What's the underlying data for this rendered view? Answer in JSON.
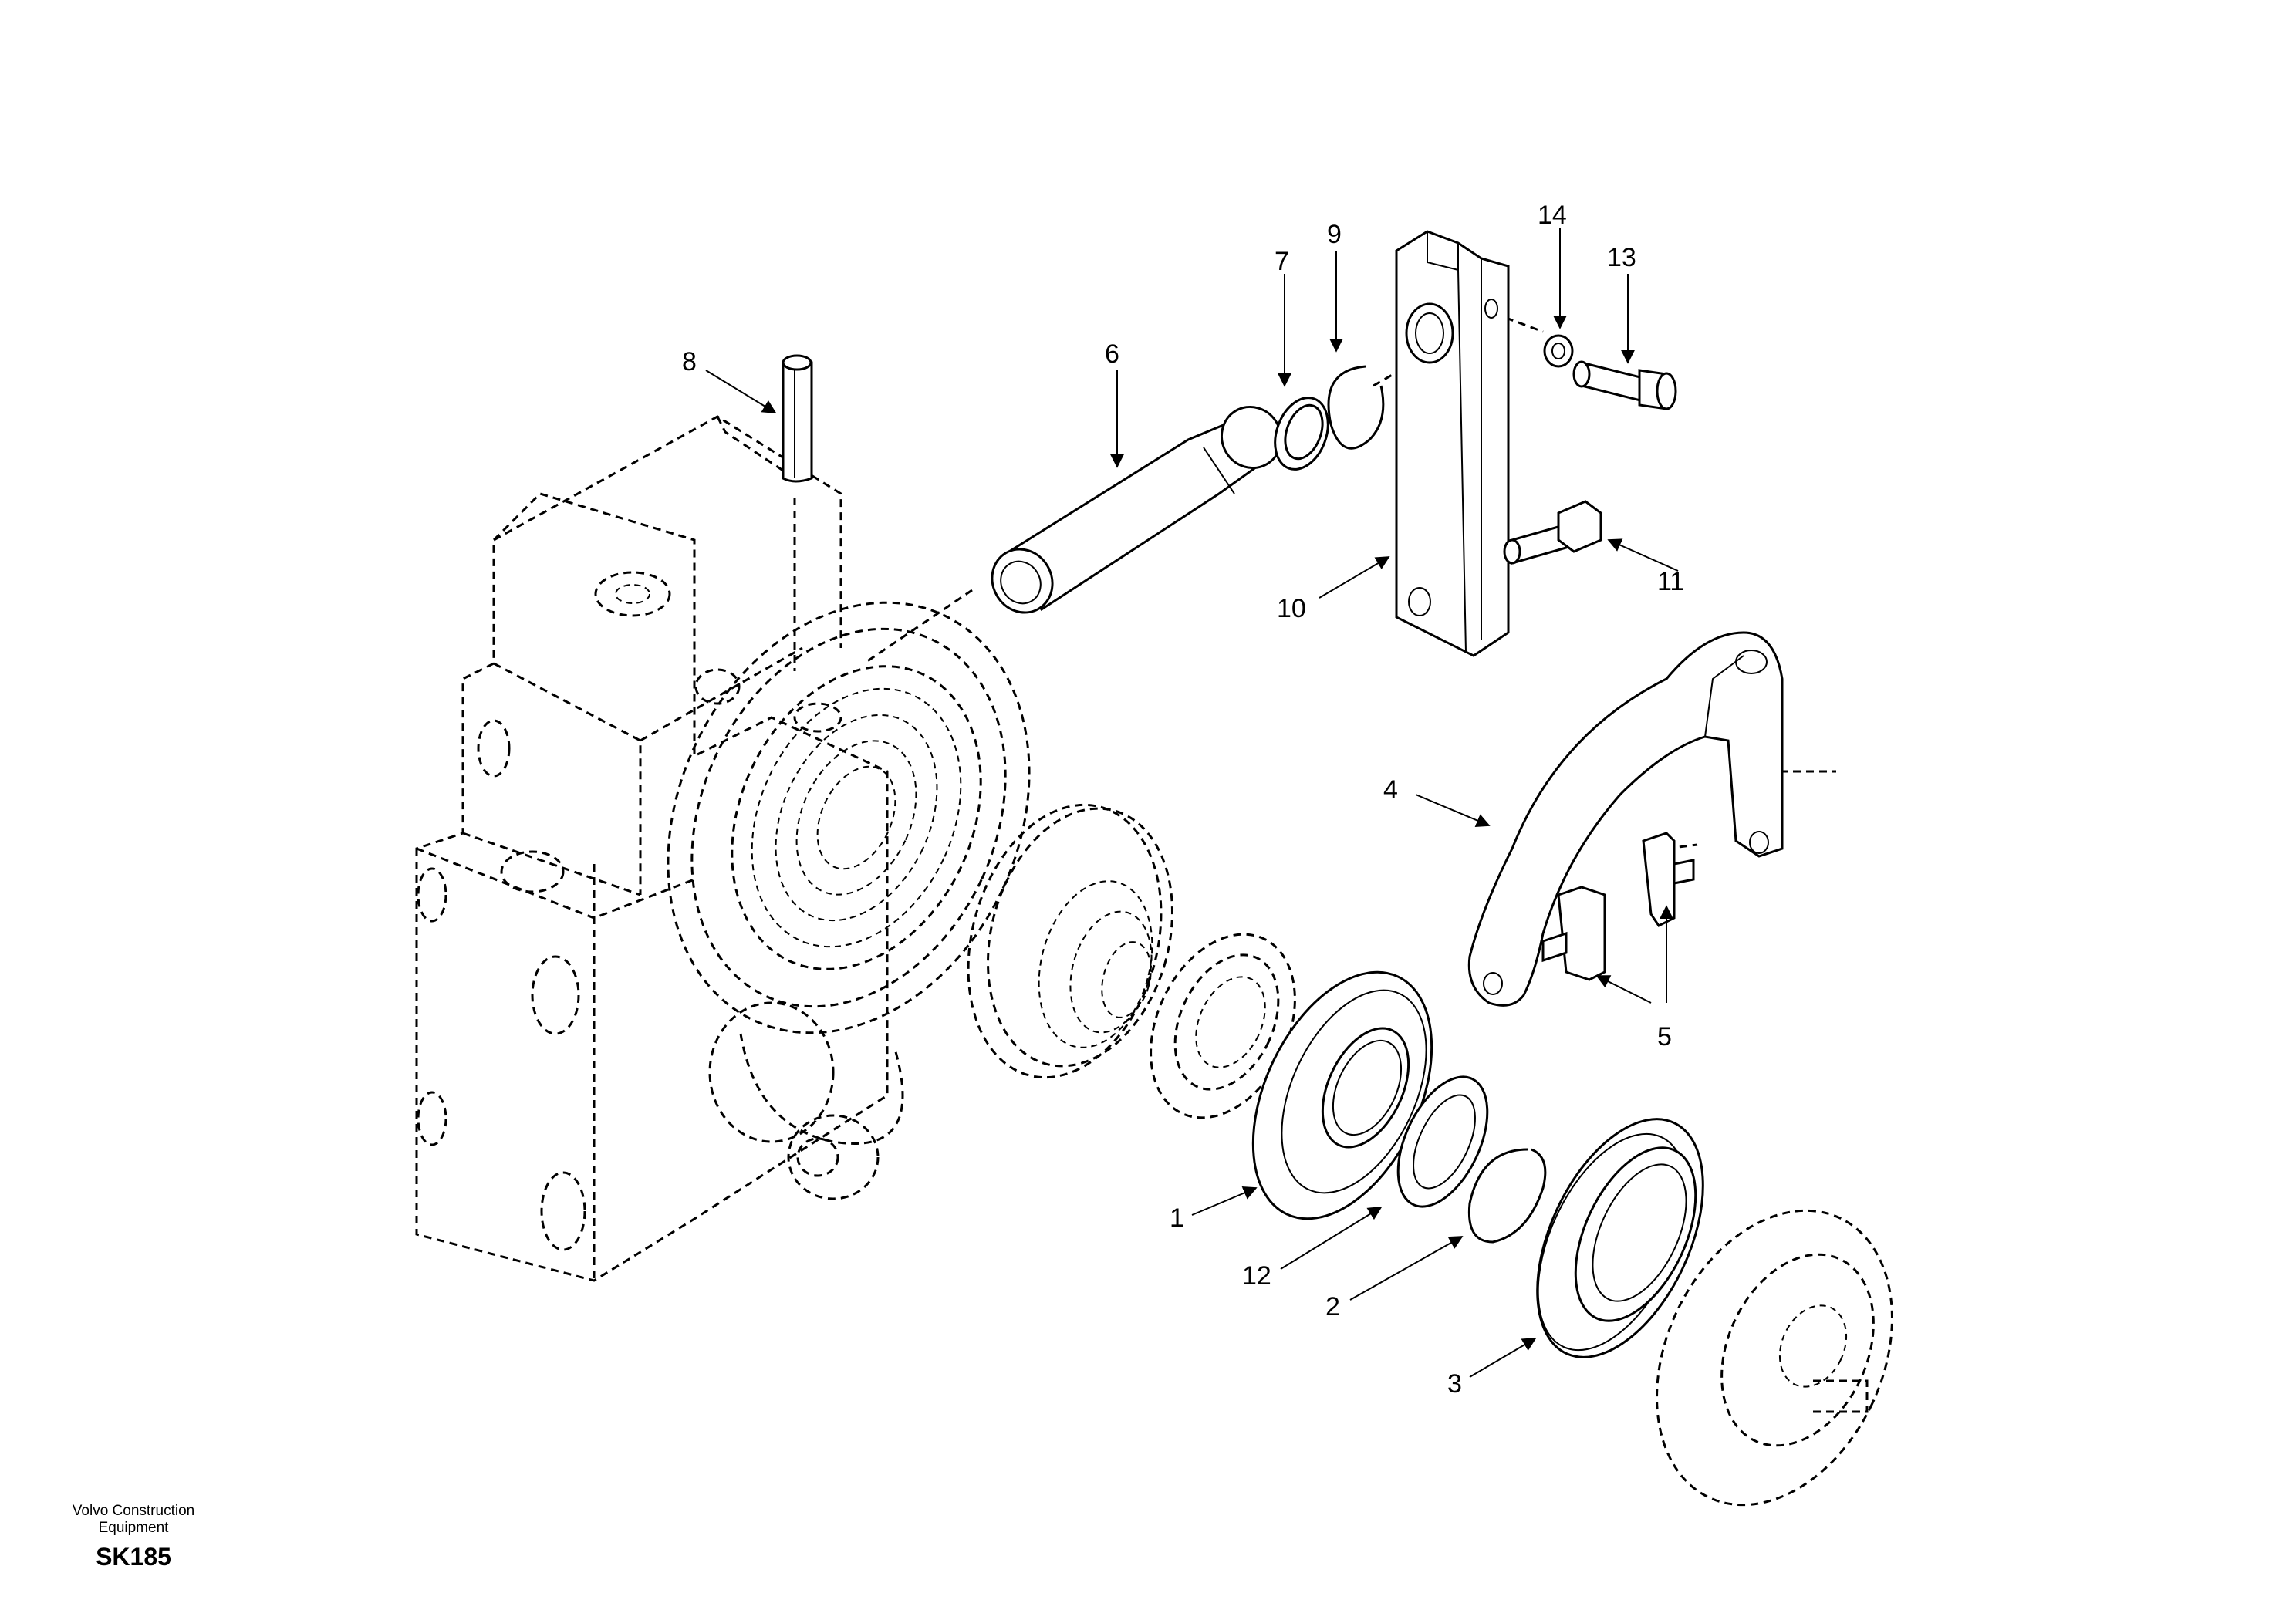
{
  "footer": {
    "company_line1": "Volvo Construction",
    "company_line2": "Equipment",
    "sheet_code": "SK185"
  },
  "callouts": {
    "c1": "1",
    "c2": "2",
    "c3": "3",
    "c4": "4",
    "c5": "5",
    "c6": "6",
    "c7": "7",
    "c8": "8",
    "c9": "9",
    "c10": "10",
    "c11": "11",
    "c12": "12",
    "c13": "13",
    "c14": "14"
  }
}
